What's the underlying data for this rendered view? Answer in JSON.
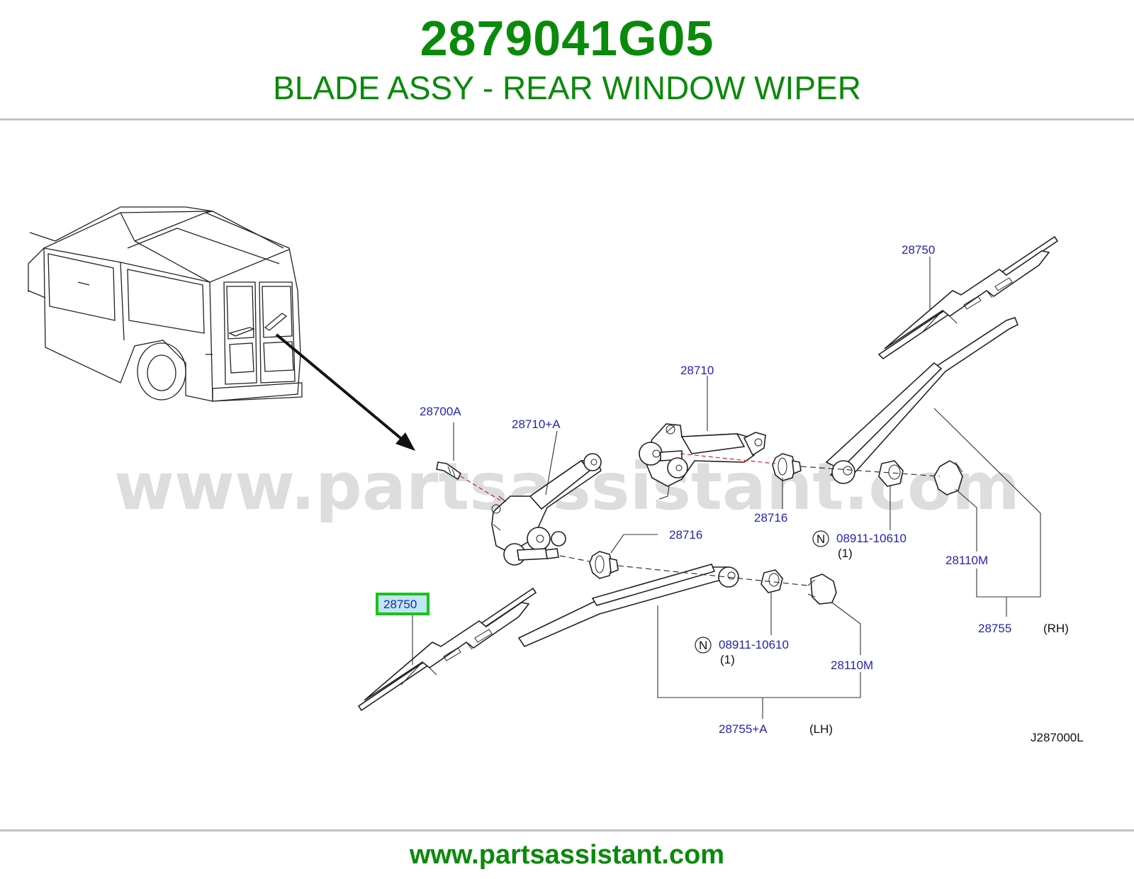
{
  "header": {
    "part_number": "2879041G05",
    "description": "BLADE ASSY - REAR WINDOW WIPER"
  },
  "watermark": "www.partsassistant.com",
  "footer": {
    "url": "www.partsassistant.com"
  },
  "diagram": {
    "code": "J287000L",
    "callouts": {
      "blade_rh": "28750",
      "motor": "28710",
      "bolt": "28700A",
      "motor_a": "28710+A",
      "bushing_rh": "28716",
      "bushing_lh": "28716",
      "nut_rh_part": "08911-10610",
      "nut_rh_qty": "(1)",
      "nut_rh_prefix": "N",
      "cap_rh": "28110M",
      "arm_rh": "28755",
      "arm_rh_side": "(RH)",
      "blade_lh": "28750",
      "nut_lh_part": "08911-10610",
      "nut_lh_qty": "(1)",
      "nut_lh_prefix": "N",
      "cap_lh": "28110M",
      "arm_lh": "28755+A",
      "arm_lh_side": "(LH)"
    },
    "highlighted_callout": "blade_lh",
    "highlight_color": "#19c419",
    "callout_color": "#2323b4",
    "brand_color": "#0a8a0a"
  }
}
